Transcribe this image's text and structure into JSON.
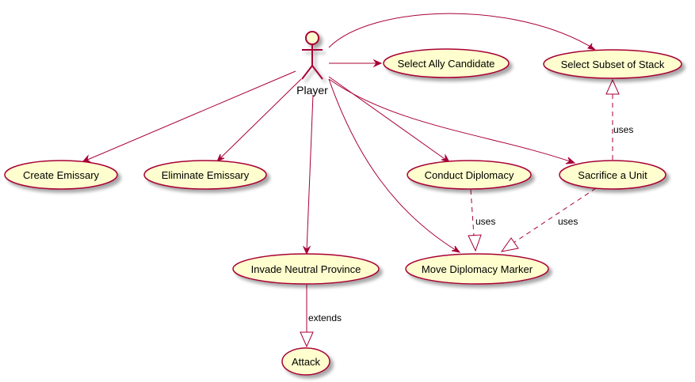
{
  "colors": {
    "usecase_fill": "#FEFECE",
    "stroke": "#A80036",
    "shadow": "#C8C8C8",
    "text": "#000000"
  },
  "actor": {
    "label": "Player",
    "icon": "stick-figure-actor-icon"
  },
  "use_cases": {
    "select_ally_candidate": "Select Ally Candidate",
    "select_subset_of_stack": "Select Subset of Stack",
    "create_emissary": "Create Emissary",
    "eliminate_emissary": "Eliminate Emissary",
    "conduct_diplomacy": "Conduct Diplomacy",
    "sacrifice_a_unit": "Sacrifice a Unit",
    "invade_neutral_province": "Invade Neutral Province",
    "move_diplomacy_marker": "Move Diplomacy Marker",
    "attack": "Attack"
  },
  "relations": {
    "uses_sacrifice_to_subset": "uses",
    "uses_conduct_to_move": "uses",
    "uses_sacrifice_to_move": "uses",
    "extends_invade_to_attack": "extends"
  }
}
